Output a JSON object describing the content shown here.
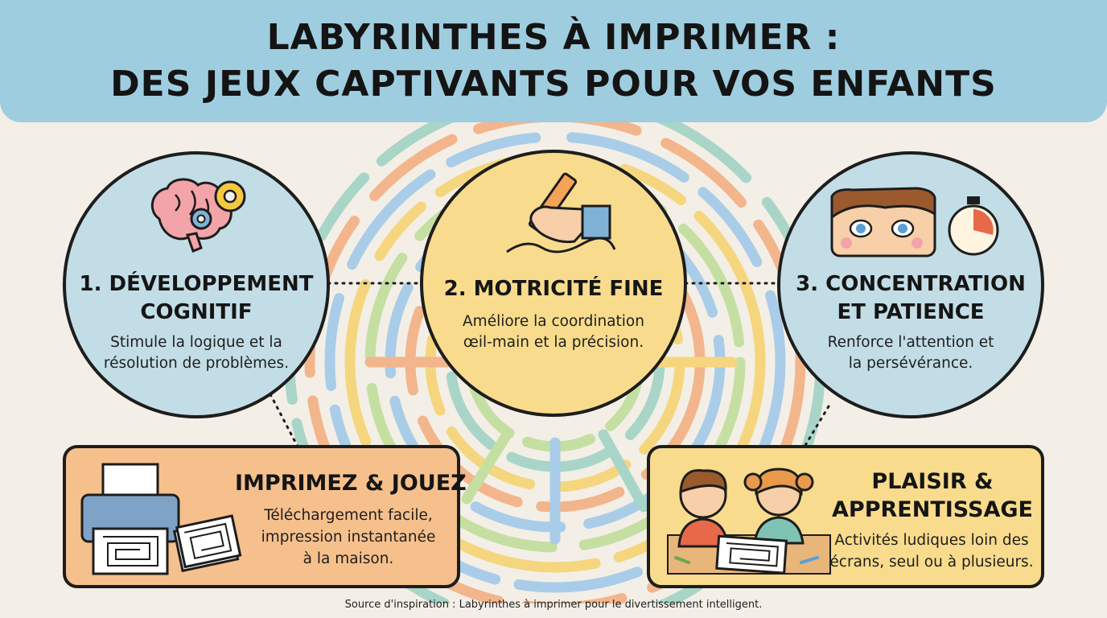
{
  "header": {
    "title_line1": "LABYRINTHES À IMPRIMER :",
    "title_line2": "DES JEUX CAPTIVANTS POUR VOS ENFANTS"
  },
  "benefits": [
    {
      "title_line1": "1. DÉVELOPPEMENT",
      "title_line2": "COGNITIF",
      "desc_line1": "Stimule la logique et la",
      "desc_line2": "résolution de problèmes.",
      "icon": "brain-gears-icon"
    },
    {
      "title_line1": "2. MOTRICITÉ FINE",
      "desc_line1": "Améliore la coordination",
      "desc_line2": "œil-main et la précision.",
      "icon": "hand-pencil-icon"
    },
    {
      "title_line1": "3. CONCENTRATION",
      "title_line2": "ET PATIENCE",
      "desc_line1": "Renforce l'attention et",
      "desc_line2": "la persévérance.",
      "icon": "face-stopwatch-icon"
    }
  ],
  "print_box": {
    "title": "IMPRIMEZ & JOUEZ",
    "desc_line1": "Téléchargement facile,",
    "desc_line2": "impression instantanée",
    "desc_line3": "à la maison.",
    "icon": "printer-maze-icon"
  },
  "fun_box": {
    "title_line1": "PLAISIR &",
    "title_line2": "APPRENTISSAGE",
    "desc_line1": "Activités ludiques loin des",
    "desc_line2": "écrans, seul ou à plusieurs.",
    "icon": "children-maze-icon"
  },
  "source": "Source d'inspiration : Labyrinthes à imprimer pour le divertissement intelligent.",
  "colors": {
    "header": "#9fcde0",
    "circle_blue": "#c3dde6",
    "circle_yellow": "#f8db8c",
    "box_orange": "#f6c08c",
    "box_yellow": "#f8db8c",
    "background": "#f3efe6"
  }
}
